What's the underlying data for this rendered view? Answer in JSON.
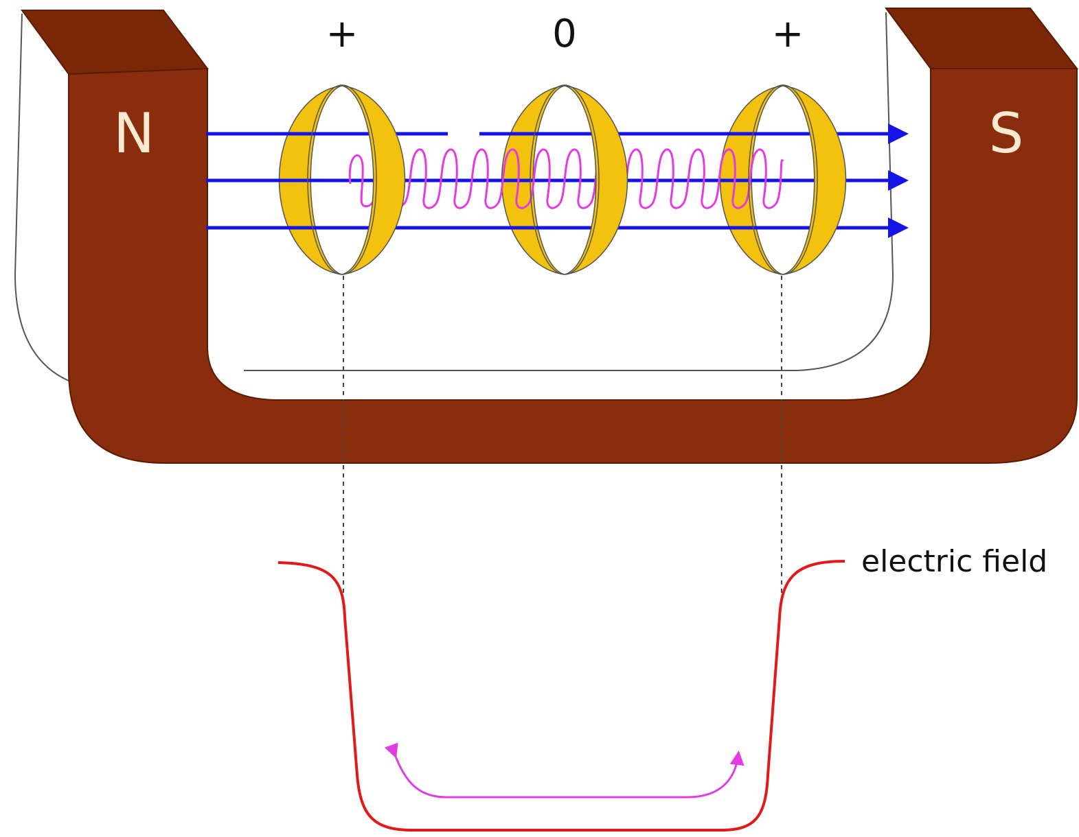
{
  "diagram": {
    "labels": {
      "north_pole": "N",
      "south_pole": "S",
      "charge_left": "+",
      "charge_middle": "0",
      "charge_right": "+",
      "curve": "electric field"
    },
    "colors": {
      "magnet": "#8a2d0c",
      "field_lines": "#1414e6",
      "rings": "#f3c20f",
      "helix": "#e23ce0",
      "electric_field": "#e31818",
      "return_arrow": "#e23ce0"
    },
    "field_line_count": 3,
    "ring_count": 3
  }
}
